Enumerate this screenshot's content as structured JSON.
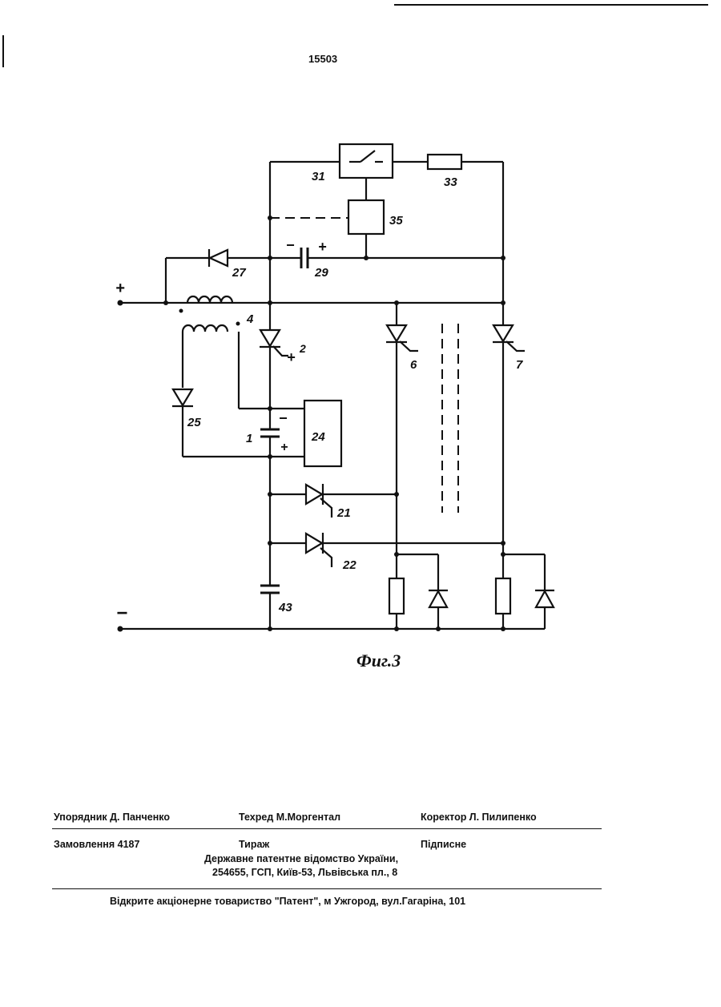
{
  "header": {
    "page_number": "15503"
  },
  "figure": {
    "caption": "Фиг.3",
    "terminals": {
      "plus": "+",
      "minus": "−"
    },
    "labels": {
      "switch_31": "31",
      "resistor_33": "33",
      "relay_35": "35",
      "diode_27": "27",
      "capacitor_29": "29",
      "cap29_minus": "−",
      "cap29_plus": "+",
      "winding_4": "4",
      "thyristor_2": "2",
      "thyristor_2_plus": "+",
      "thyristor_6": "6",
      "thyristor_7": "7",
      "diode_25": "25",
      "capacitor_1": "1",
      "cap1_minus": "−",
      "cap1_plus": "+",
      "block_24": "24",
      "thyristor_21": "21",
      "thyristor_22": "22",
      "capacitor_43": "43"
    }
  },
  "imprint": {
    "compiler": "Упорядник  Д. Панченко",
    "tech_editor": "Техред М.Моргентал",
    "proofreader": "Коректор Л. Пилипенко",
    "order": "Замовлення  4187",
    "circulation": "Тираж",
    "subscription": "Підписне",
    "office_line1": "Державне  патентне  відомство  України,",
    "office_line2": "254655, ГСП, Київ-53, Львівська пл., 8",
    "publisher": "Відкрите акціонерне товариство   \"Патент\", м  Ужгород, вул.Гагаріна, 101"
  }
}
